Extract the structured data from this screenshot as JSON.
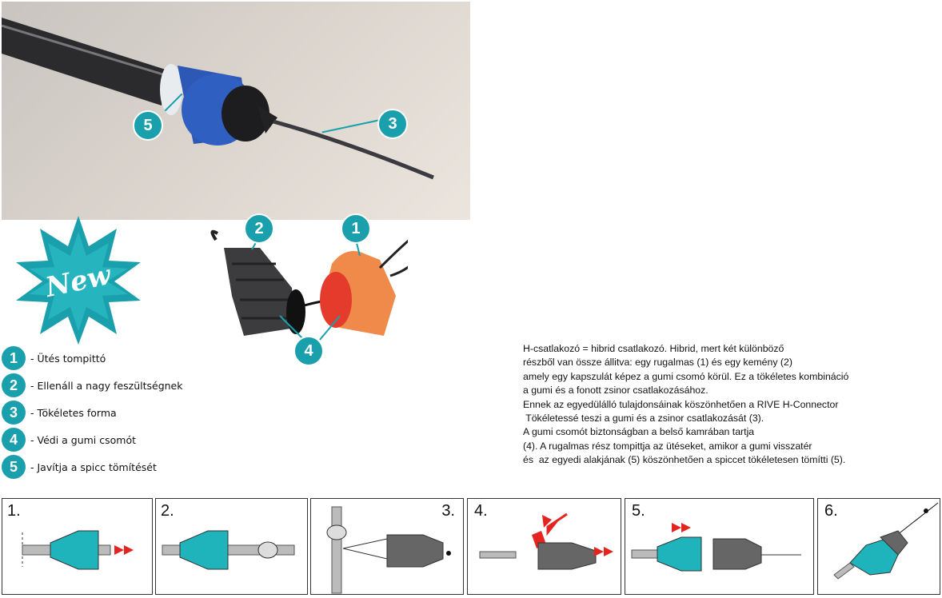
{
  "photo_callouts": [
    "5",
    "3"
  ],
  "part_callouts": [
    "2",
    "1",
    "4"
  ],
  "new_badge": "New",
  "features": [
    {
      "num": "1",
      "text": "- Ütés tompittó"
    },
    {
      "num": "2",
      "text": "- Ellenáll a nagy feszültségnek"
    },
    {
      "num": "3",
      "text": "- Tökéletes forma"
    },
    {
      "num": "4",
      "text": "- Védi a gumi csomót"
    },
    {
      "num": "5",
      "text": "- Javítja a spicc tömítését"
    }
  ],
  "description": [
    "H-csatlakozó = hibrid csatlakozó. Hibrid, mert két különböző",
    "részből van össze állitva: egy rugalmas (1) és egy kemény (2)",
    "amely egy kapszulát képez a gumi csomó körül. Ez a tökéletes kombináció",
    "a gumi és a fonott zsinor csatlakozásához.",
    "Ennek az egyedülálló tulajdonsáinak köszönhetően a RIVE H-Connector",
    " Tökéletessé teszi a gumi és a zsinor csatlakozását (3).",
    "A gumi csomót biztonságban a belső kamrában tartja",
    "(4). A rugalmas rész tompittja az ütéseket, amikor a gumi visszatér",
    "és  az egyedi alakjának (5) köszönhetően a spiccet tökéletesen tömítti (5)."
  ],
  "steps": [
    "1.",
    "2.",
    "3.",
    "4.",
    "5.",
    "6."
  ],
  "colors": {
    "teal": "#1aa0ac",
    "orange": "#f08a4b",
    "arrow": "#e52420",
    "dark": "#555555"
  }
}
